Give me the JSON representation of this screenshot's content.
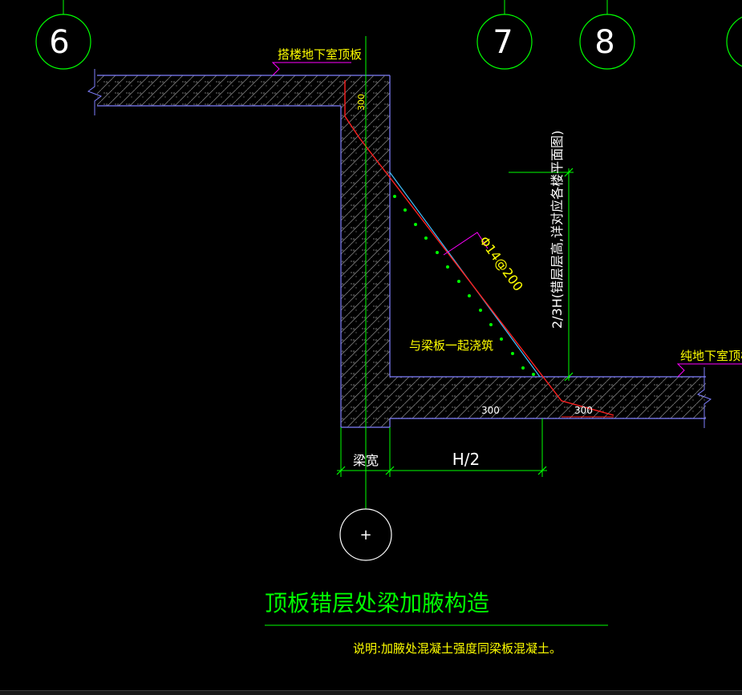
{
  "grid_axes": {
    "left": "6",
    "mid": "7",
    "right": "8"
  },
  "labels": {
    "top_slab": "搭楼地下室顶板",
    "right_slab": "纯地下室顶板",
    "rebar": "Φ14@200",
    "pour_note": "与梁板一起浇筑",
    "haunch_height": "2/3H(错层层高,详对应各楼平面图)",
    "dim_beam_width": "梁宽",
    "dim_half_h": "H/2",
    "dim_300_top": "300",
    "dim_300_slab": "300",
    "dim_300_end": "300",
    "axis_mark": "+"
  },
  "title": "顶板错层处梁加腋构造",
  "note": "说明:加腋处混凝土强度同梁板混凝土。",
  "colors": {
    "background": "#000000",
    "concrete_outline": "#8080ff",
    "axis": "#00ff00",
    "rebar": "#ff2020",
    "dots": "#00ff00",
    "leader": "#ff00ff",
    "text": "#ffff00",
    "dimension": "#00ff00"
  }
}
